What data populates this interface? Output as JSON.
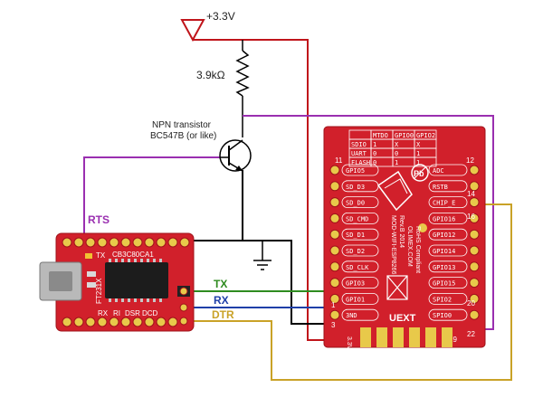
{
  "colors": {
    "rts": "#9a2fb0",
    "tx": "#2e8b1f",
    "rx": "#1f3fa8",
    "dtr": "#c9a227",
    "power": "#c0151b",
    "wire": "#000000",
    "board_red": "#d1202b",
    "board_dark": "#9e1219",
    "chip": "#1c1c1c",
    "pad_gold": "#e8c94a"
  },
  "power": {
    "label": "+3.3V"
  },
  "resistor": {
    "label": "3.9kΩ"
  },
  "transistor": {
    "line1": "NPN transistor",
    "line2": "BC547B (or like)"
  },
  "signals": {
    "rts": "RTS",
    "tx": "TX",
    "rx": "RX",
    "dtr": "DTR"
  },
  "ftdi": {
    "chip_label": "CB3C80CA1",
    "side_label": "FT231X",
    "top_marks": "TX",
    "bottom_marks": [
      "RX",
      "RI",
      "DSR",
      "DCD"
    ]
  },
  "esp": {
    "table": {
      "headers": [
        "",
        "MTDO",
        "GPIO0",
        "GPIO2"
      ],
      "rows": [
        [
          "SDIO",
          "1",
          "X",
          "X"
        ],
        [
          "UART",
          "0",
          "0",
          "1"
        ],
        [
          "FLASH",
          "0",
          "1",
          "1"
        ]
      ]
    },
    "left_pins": [
      "GPIO5",
      "SD_D3",
      "SD_D0",
      "SD_CMD",
      "SD_D1",
      "SD_D2",
      "SD_CLK",
      "GPIO3",
      "GPIO1",
      "3ND"
    ],
    "right_pins": [
      "ADC",
      "RSTB",
      "CHIP_E",
      "GPIO16",
      "GPIO12",
      "GPIO14",
      "GPIO13",
      "GPIO15",
      "SPIO2",
      "SPIO0"
    ],
    "pin_numbers": {
      "left_top": "11",
      "right_top": "12",
      "n14": "14",
      "n16": "16",
      "n20": "20",
      "n22": "22",
      "left_bottom": "1",
      "mid_bottom": "3"
    },
    "vertical_text": [
      "MOD-WIFI-ESP8266",
      "Rev.B 2014",
      "OLIMEX.COM",
      "RoHS Compliant"
    ],
    "uext_label": "UEXT",
    "bottom_label": "3.3V",
    "pin19": "19"
  }
}
